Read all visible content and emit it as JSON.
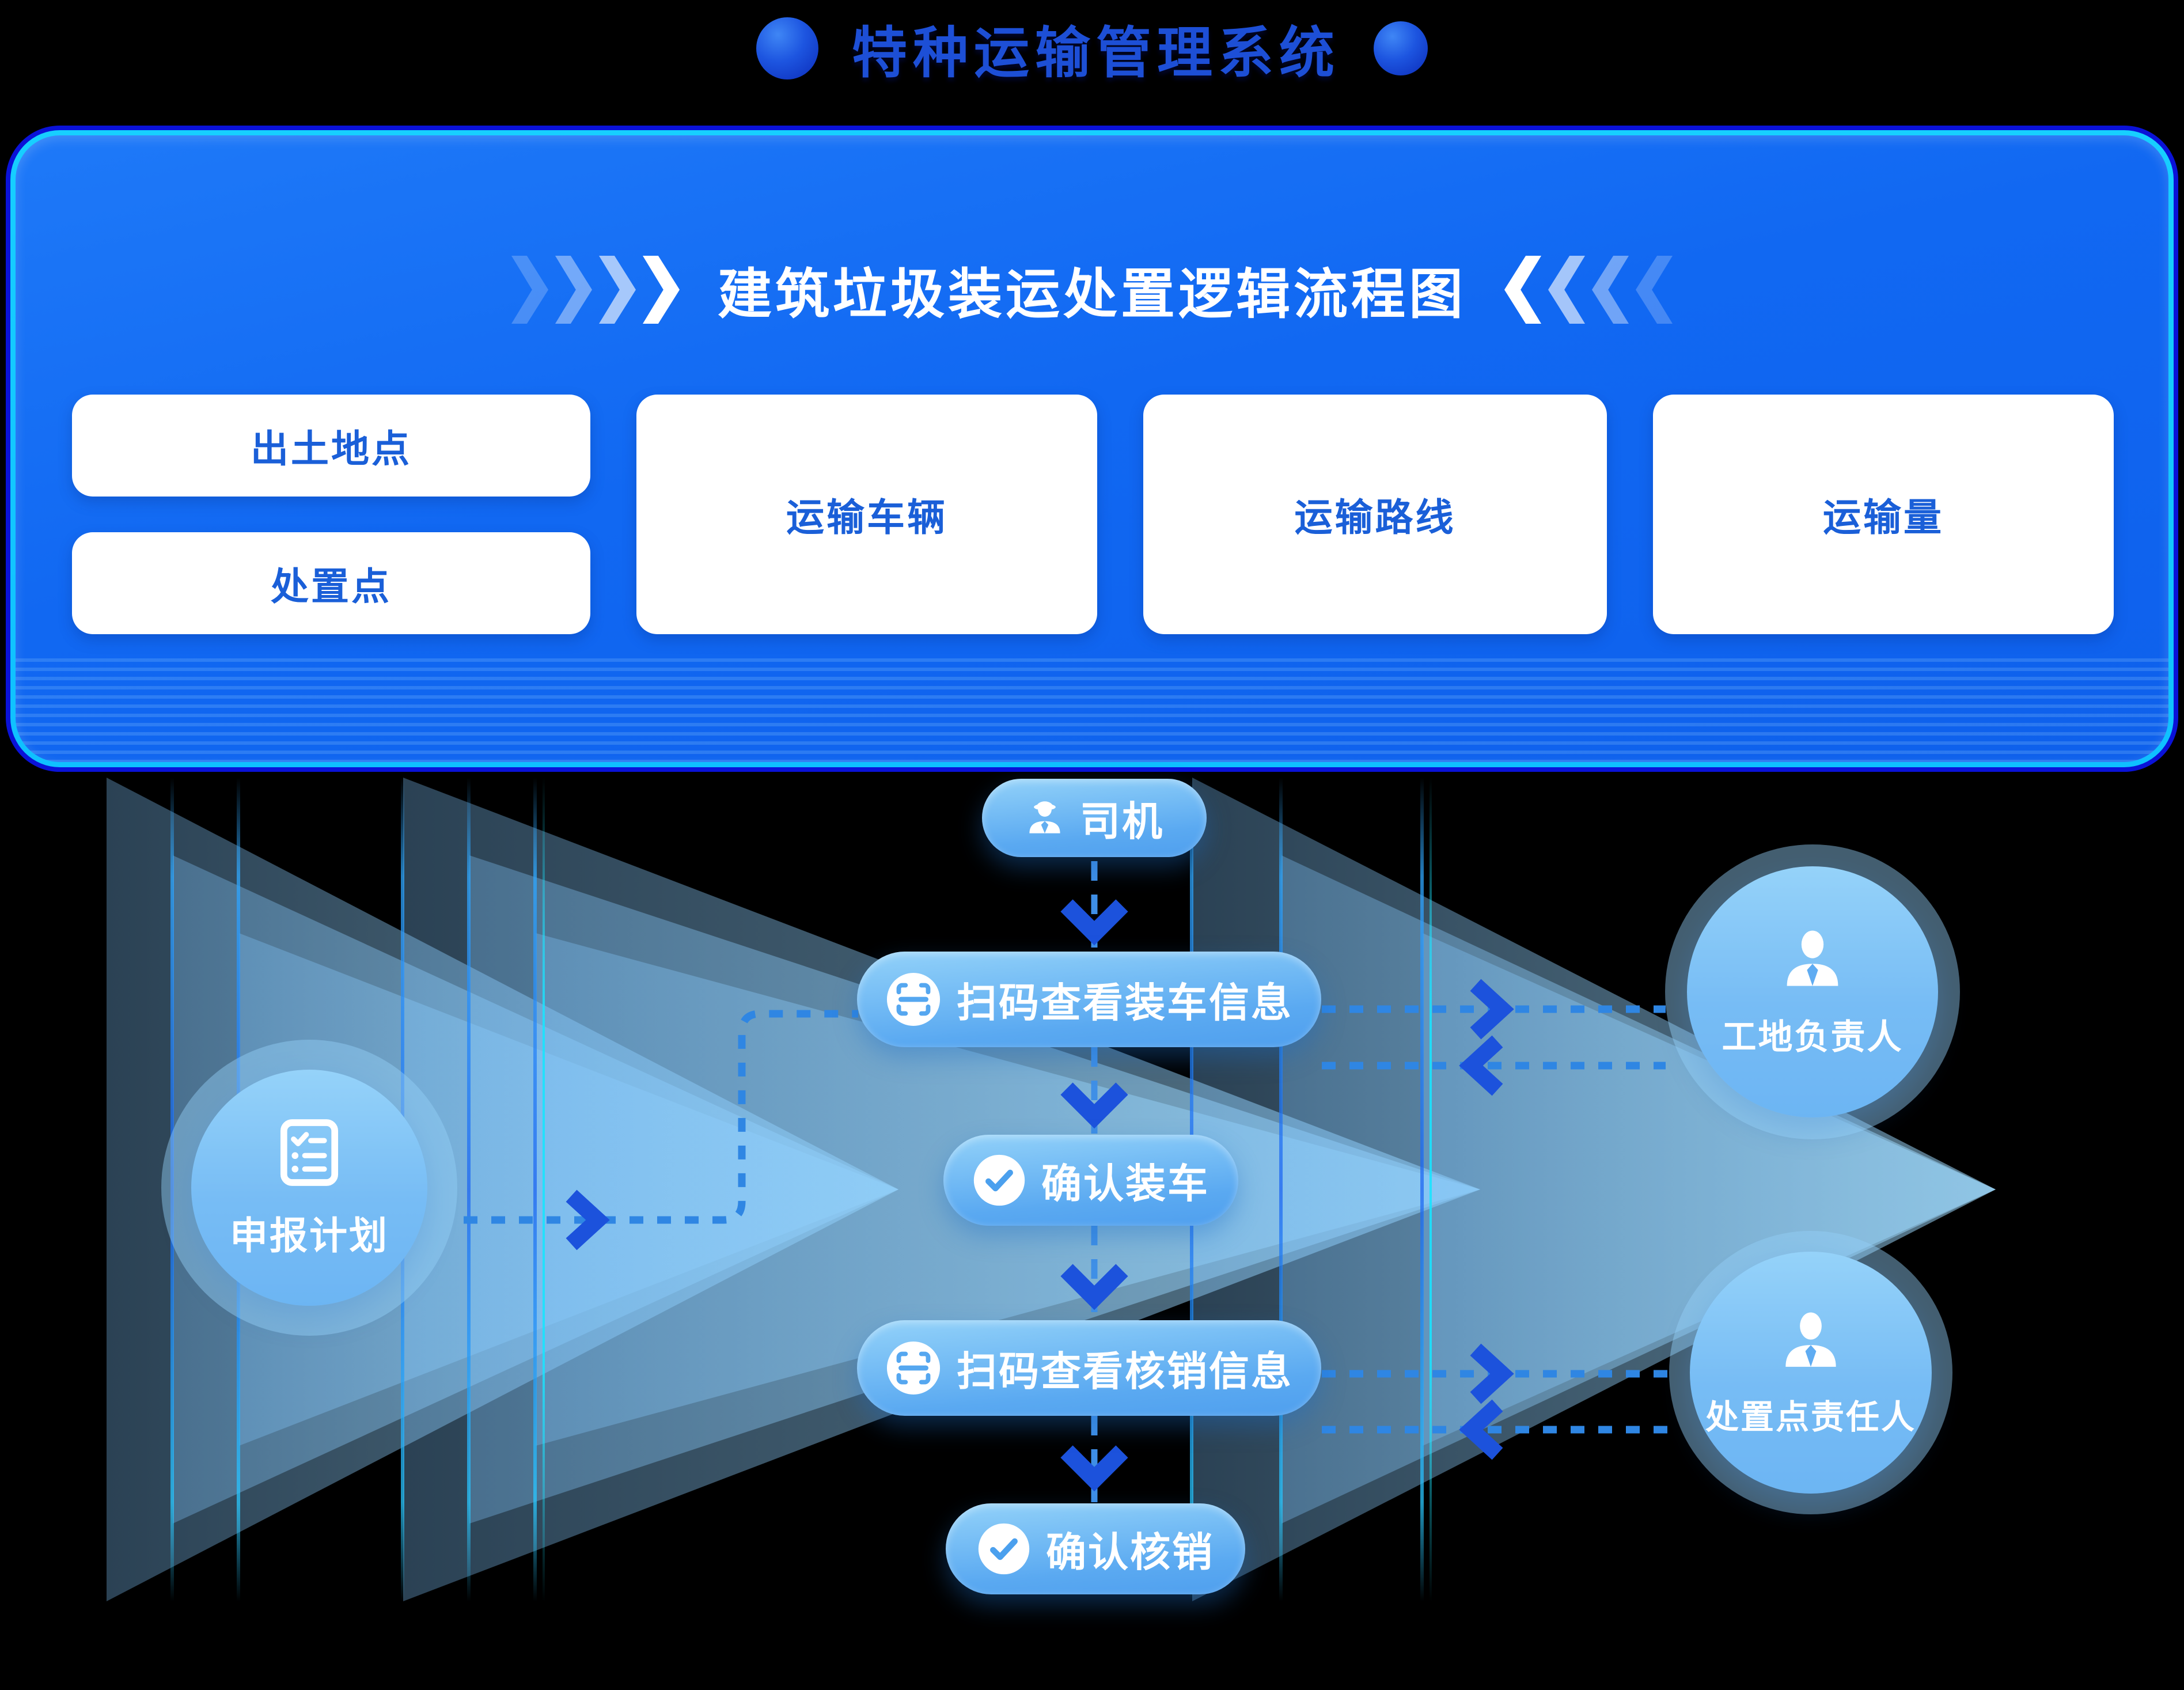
{
  "app": {
    "title": "特种运输管理系统"
  },
  "panel": {
    "title": "建筑垃圾装运处置逻辑流程图",
    "boxes": {
      "excavation_site": "出土地点",
      "disposal_point": "处置点",
      "transport_vehicle": "运输车辆",
      "transport_route": "运输路线",
      "transport_volume": "运输量"
    }
  },
  "flow": {
    "driver": "司机",
    "scan_load": "扫码查看装车信息",
    "confirm_load": "确认装车",
    "scan_writeoff": "扫码查看核销信息",
    "confirm_writeoff": "确认核销",
    "plan": "申报计划",
    "site_manager": "工地负责人",
    "disposal_manager": "处置点责任人"
  },
  "connections": [
    {
      "from": "司机",
      "to": "扫码查看装车信息",
      "style": "dashed-arrow-down"
    },
    {
      "from": "扫码查看装车信息",
      "to": "确认装车",
      "style": "dashed-arrow-down"
    },
    {
      "from": "确认装车",
      "to": "扫码查看核销信息",
      "style": "dashed-arrow-down"
    },
    {
      "from": "扫码查看核销信息",
      "to": "确认核销",
      "style": "dashed-arrow-down"
    },
    {
      "from": "申报计划",
      "to": "扫码查看装车信息",
      "style": "dotted-elbow-right-then-up"
    },
    {
      "from": "扫码查看装车信息",
      "to": "工地负责人",
      "style": "dashed-bidirectional"
    },
    {
      "from": "扫码查看核销信息",
      "to": "处置点责任人",
      "style": "dashed-bidirectional"
    }
  ],
  "icons": {
    "sphere": "sphere-icon",
    "banner_left": "chevrons-right-icon",
    "banner_right": "chevrons-left-icon",
    "driver": "driver-cap-person-icon",
    "scan": "qr-scan-icon",
    "confirm": "check-circle-icon",
    "plan": "checklist-icon",
    "person": "person-tie-icon"
  },
  "colors": {
    "background": "#000000",
    "panel_blue": "#1168F2",
    "neon_cyan": "#17CFFF",
    "deep_edge_blue": "#0A12D8",
    "box_text_blue": "#1A5FD8",
    "page_title_blue": "#1D4FD6",
    "pill_light_blue_top": "#93D2F9",
    "pill_light_blue_bottom": "#4F9FEE",
    "connector_blue": "#2F86E3",
    "arrowhead_blue": "#1C52DC"
  }
}
